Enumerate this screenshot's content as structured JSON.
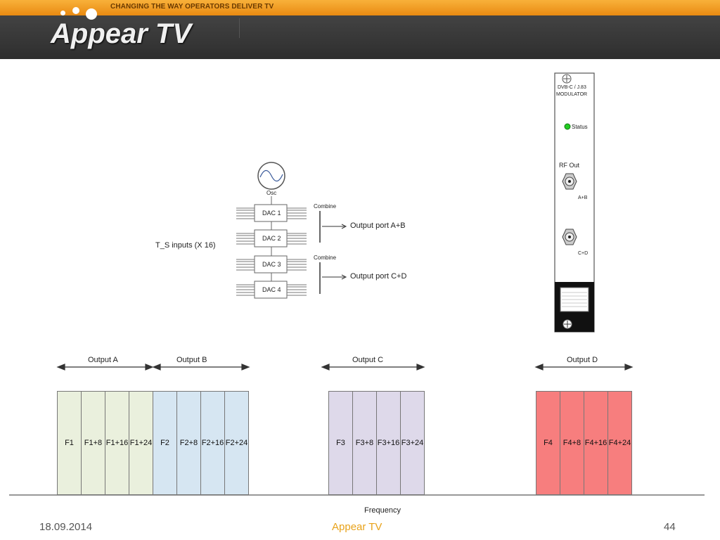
{
  "header": {
    "tagline": "CHANGING THE WAY OPERATORS DELIVER TV",
    "logo_text": "Appear TV"
  },
  "diagram": {
    "osc_label": "Osc",
    "dacs": [
      "DAC 1",
      "DAC 2",
      "DAC 3",
      "DAC 4"
    ],
    "inputs_label": "T_S inputs (X 16)",
    "combine_label": "Combine",
    "output_ab": "Output port A+B",
    "output_cd": "Output port C+D"
  },
  "module": {
    "title_line1": "DVB-C / J.83",
    "title_line2": "MODULATOR",
    "status_label": "Status",
    "rf_out_label": "RF Out",
    "port_ab": "A+B",
    "port_cd": "C+D",
    "status_led_color": "#22cc22"
  },
  "spectrum": {
    "outputs": [
      "Output A",
      "Output B",
      "Output C",
      "Output D"
    ],
    "group_a": [
      "F1",
      "F1+8",
      "F1+16",
      "F1+24"
    ],
    "group_b": [
      "F2",
      "F2+8",
      "F2+16",
      "F2+24"
    ],
    "group_c": [
      "F3",
      "F3+8",
      "F3+16",
      "F3+24"
    ],
    "group_d": [
      "F4",
      "F4+8",
      "F4+16",
      "F4+24"
    ],
    "axis_label": "Frequency",
    "colors": {
      "a": "#eaf0dd",
      "b": "#d6e6f2",
      "c": "#ded9ea",
      "d": "#f77e7e"
    }
  },
  "footer": {
    "date": "18.09.2014",
    "center": "Appear TV",
    "page": "44"
  }
}
